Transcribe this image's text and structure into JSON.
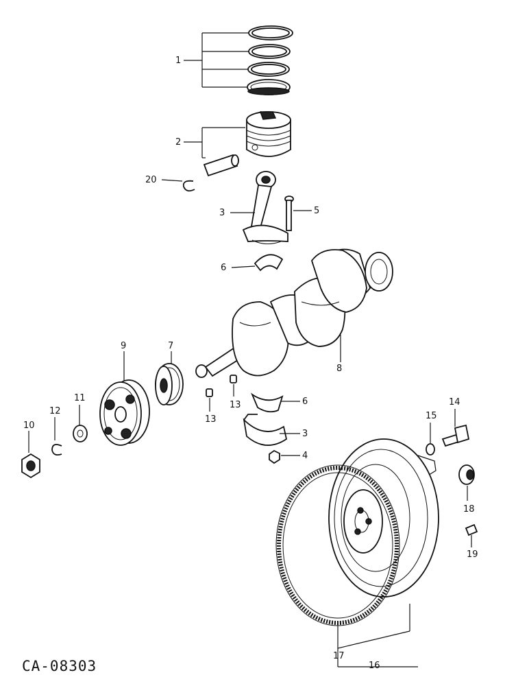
{
  "drawing_code": "CA-08303",
  "callouts": {
    "c1": "1",
    "c2": "2",
    "c3a": "3",
    "c3b": "3",
    "c4": "4",
    "c5": "5",
    "c6a": "6",
    "c6b": "6",
    "c7": "7",
    "c8": "8",
    "c9": "9",
    "c10": "10",
    "c11": "11",
    "c12": "12",
    "c13a": "13",
    "c13b": "13",
    "c14": "14",
    "c15": "15",
    "c16": "16",
    "c17": "17",
    "c18": "18",
    "c19": "19",
    "c20": "20"
  }
}
